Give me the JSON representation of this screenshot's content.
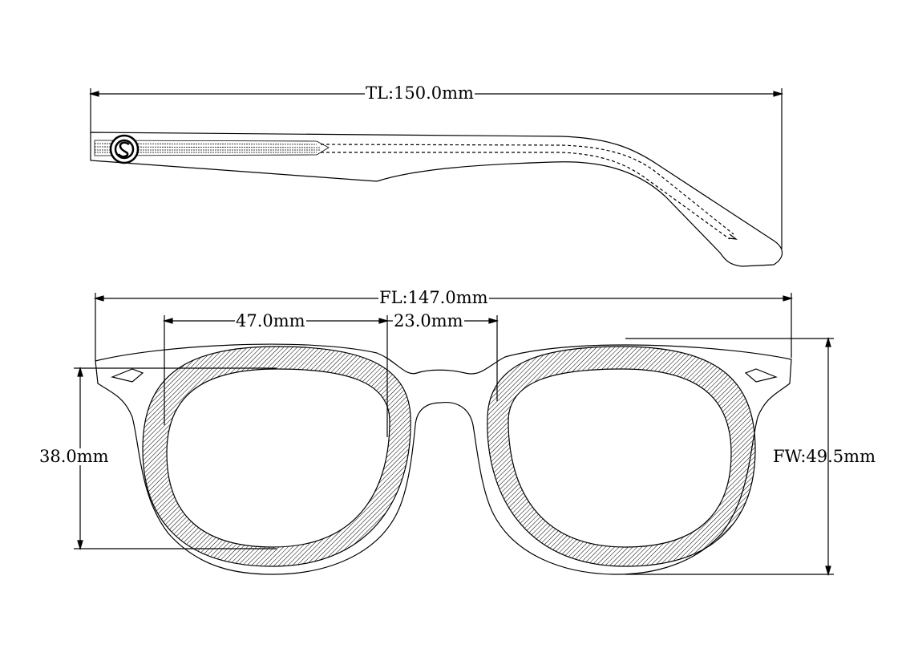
{
  "dimensions": {
    "temple_length": "TL:150.0mm",
    "frame_length": "FL:147.0mm",
    "lens_width": "47.0mm",
    "bridge_width": "23.0mm",
    "lens_height": "38.0mm",
    "frame_height": "FW:49.5mm"
  },
  "colors": {
    "line": "#000000",
    "background": "#ffffff"
  }
}
